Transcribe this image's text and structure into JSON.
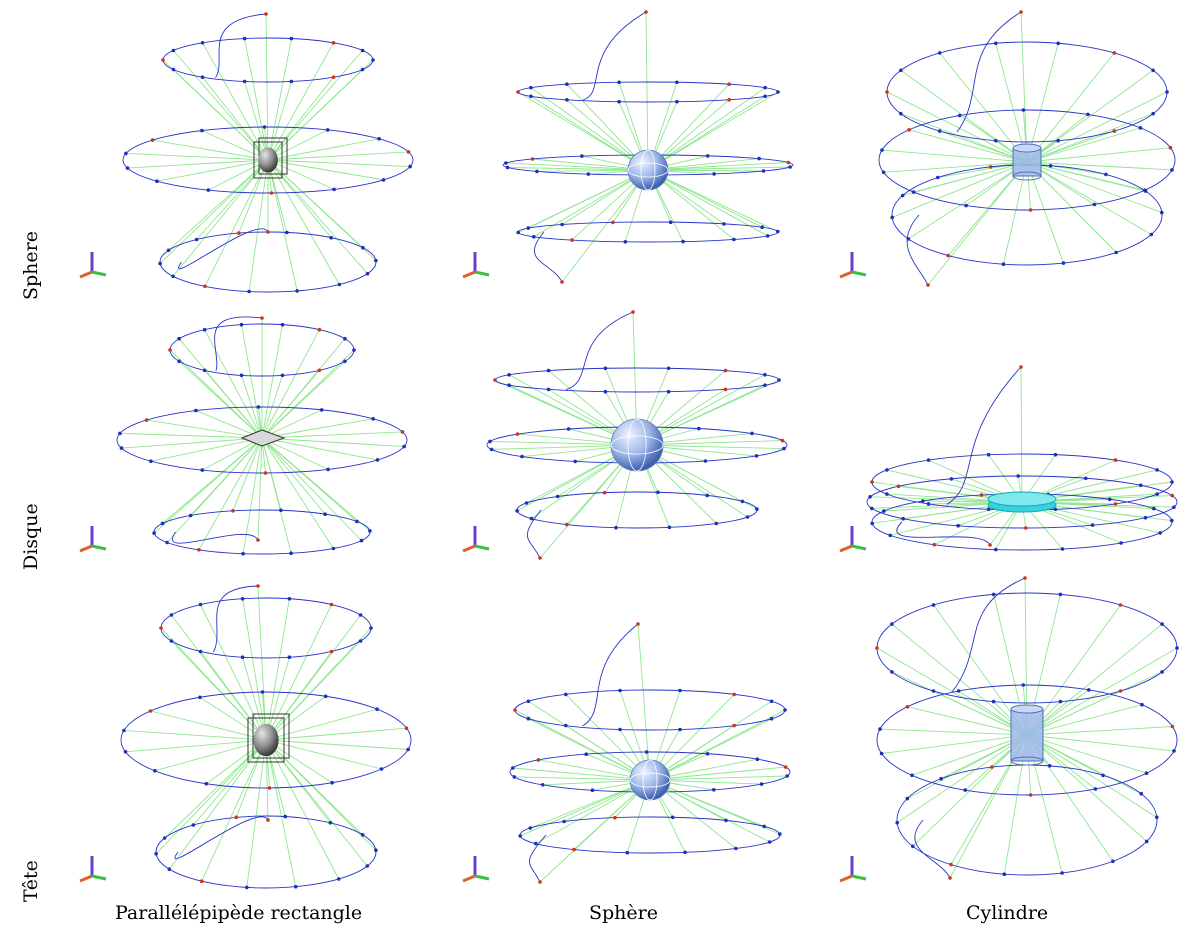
{
  "row_labels": [
    "Sphere",
    "Disque",
    "Tête"
  ],
  "col_labels": [
    "Parallélépipède rectangle",
    "Sphère",
    "Cylindre"
  ],
  "colors": {
    "trajectory": "#2633c8",
    "rays": "#8ee68e",
    "points_blue": "#1f2fb8",
    "points_red": "#d0321c",
    "object_gray": "#8a8a8a",
    "object_blue": "#9fb8ea",
    "object_cyan": "#35d3dc"
  }
}
